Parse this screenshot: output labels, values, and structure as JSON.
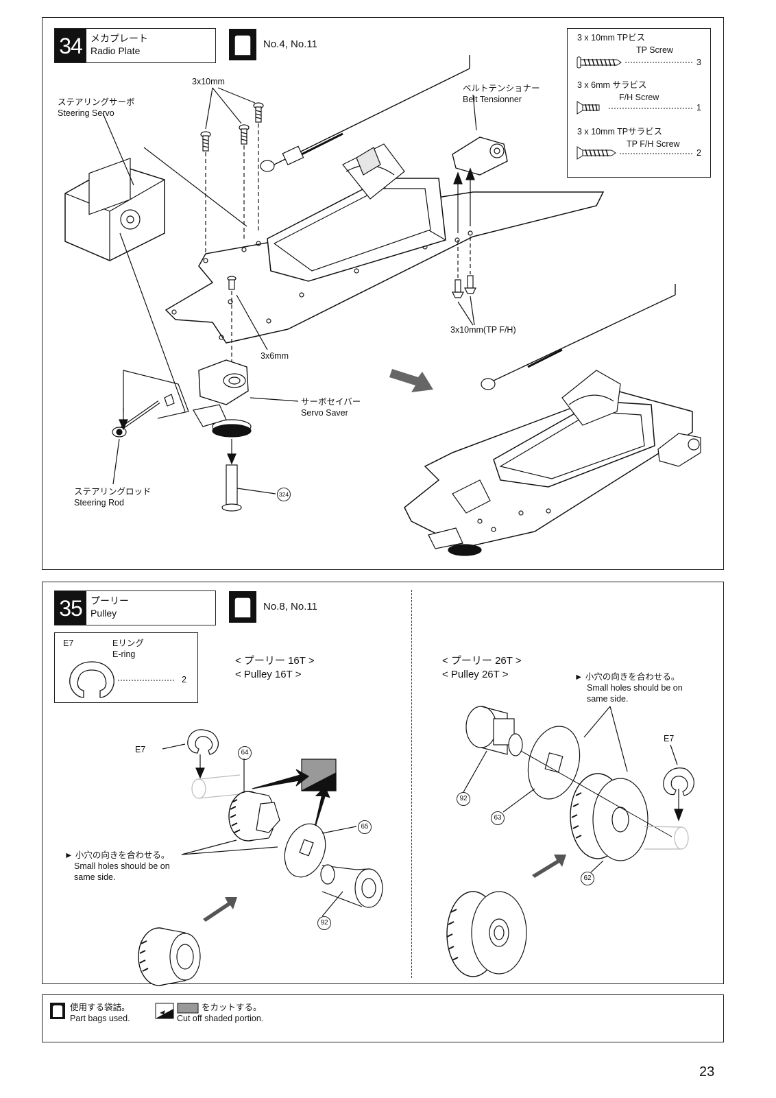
{
  "step34": {
    "number": "34",
    "title_jp": "メカプレート",
    "title_en": "Radio Plate",
    "bags": "No.4, No.11",
    "parts": [
      {
        "size": "3 x 10mm  TPビス",
        "name": "TP Screw",
        "qty": "3"
      },
      {
        "size": "3 x 6mm  サラビス",
        "name": "F/H Screw",
        "qty": "1"
      },
      {
        "size": "3 x 10mm  TPサラビス",
        "name": "TP F/H Screw",
        "qty": "2"
      }
    ],
    "labels": {
      "screw_3x10": "3x10mm",
      "steering_servo_jp": "ステアリングサーボ",
      "steering_servo_en": "Steering Servo",
      "belt_tensioner_jp": "ベルトテンショナー",
      "belt_tensioner_en": "Belt Tensionner",
      "screw_3x10_tpfh": "3x10mm(TP F/H)",
      "screw_3x6": "3x6mm",
      "servo_saver_jp": "サーボセイバー",
      "servo_saver_en": "Servo Saver",
      "steering_rod_jp": "ステアリングロッド",
      "steering_rod_en": "Steering Rod",
      "part_324": "324"
    }
  },
  "step35": {
    "number": "35",
    "title_jp": "プーリー",
    "title_en": "Pulley",
    "bags": "No.8, No.11",
    "part": {
      "code": "E7",
      "name_jp": "Eリング",
      "name_en": "E-ring",
      "qty": "2"
    },
    "pulley16_jp": "< プーリー 16T >",
    "pulley16_en": "< Pulley 16T >",
    "pulley26_jp": "< プーリー 26T >",
    "pulley26_en": "< Pulley 26T >",
    "note_jp": "► 小穴の向きを合わせる。",
    "note_en_1": "Small holes should be on",
    "note_en_2": "same side.",
    "e7": "E7",
    "parts_left": [
      "64",
      "65",
      "92"
    ],
    "parts_right": [
      "92",
      "63",
      "62"
    ]
  },
  "legend": {
    "bags_jp": "使用する袋詰。",
    "bags_en": "Part bags used.",
    "cut_jp": "をカットする。",
    "cut_en": "Cut off shaded portion."
  },
  "page_number": "23"
}
